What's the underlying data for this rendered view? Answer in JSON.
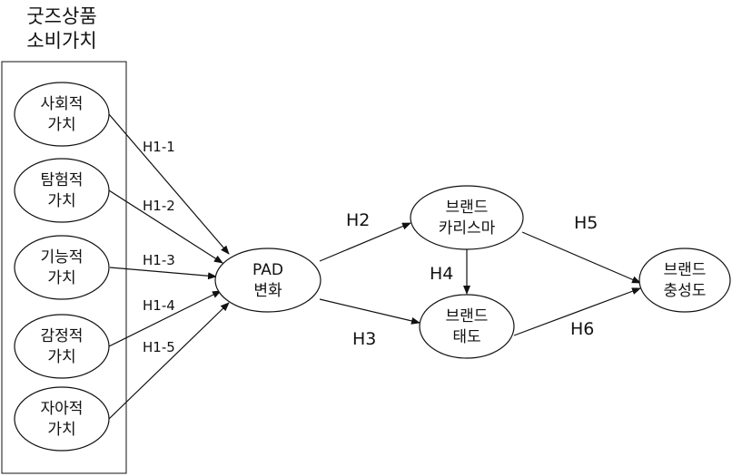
{
  "group_title": {
    "line1": "굿즈상품",
    "line2": "소비가치"
  },
  "nodes": {
    "social": {
      "line1": "사회적",
      "line2": "가치"
    },
    "explore": {
      "line1": "탐험적",
      "line2": "가치"
    },
    "function": {
      "line1": "기능적",
      "line2": "가치"
    },
    "emotion": {
      "line1": "감정적",
      "line2": "가치"
    },
    "self": {
      "line1": "자아적",
      "line2": "가치"
    },
    "pad": {
      "line1": "PAD",
      "line2": "변화"
    },
    "charisma": {
      "line1": "브랜드",
      "line2": "카리스마"
    },
    "attitude": {
      "line1": "브랜드",
      "line2": "태도"
    },
    "loyalty": {
      "line1": "브랜드",
      "line2": "충성도"
    }
  },
  "edges": {
    "h1_1": "H1-1",
    "h1_2": "H1-2",
    "h1_3": "H1-3",
    "h1_4": "H1-4",
    "h1_5": "H1-5",
    "h2": "H2",
    "h3": "H3",
    "h4": "H4",
    "h5": "H5",
    "h6": "H6"
  }
}
